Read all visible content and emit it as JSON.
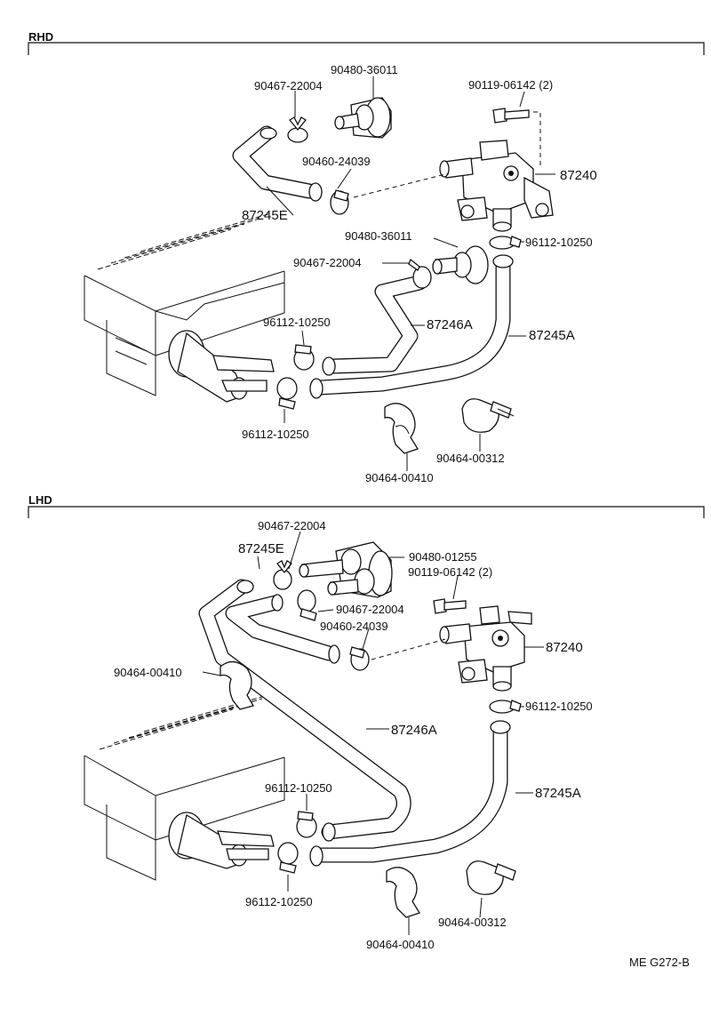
{
  "footer_code": "ME G272-B",
  "sections": [
    {
      "id": "rhd",
      "title": "RHD",
      "labels": {
        "clamp_upper": "90467-22004",
        "grommet_upper": "90480-36011",
        "bolt": "90119-06142 (2)",
        "clamp_mid": "90460-24039",
        "valve": "87240",
        "hose_e": "87245E",
        "grommet_lower": "90480-36011",
        "clamp_valve": "96112-10250",
        "clamp_left": "90467-22004",
        "clamp_core_top": "96112-10250",
        "hose_46a": "87246A",
        "hose_45a": "87245A",
        "clamp_core_bottom": "96112-10250",
        "band_clamp": "90464-00312",
        "clip": "90464-00410"
      }
    },
    {
      "id": "lhd",
      "title": "LHD",
      "labels": {
        "clamp_upper": "90467-22004",
        "hose_e": "87245E",
        "grommet": "90480-01255",
        "bolt": "90119-06142 (2)",
        "clamp_second": "90467-22004",
        "clamp_mid": "90460-24039",
        "valve": "87240",
        "clip_upper": "90464-00410",
        "clamp_valve": "96112-10250",
        "hose_46a": "87246A",
        "clamp_core_top": "96112-10250",
        "hose_45a": "87245A",
        "clamp_core_bottom": "96112-10250",
        "band_clamp": "90464-00312",
        "clip_lower": "90464-00410"
      }
    }
  ]
}
